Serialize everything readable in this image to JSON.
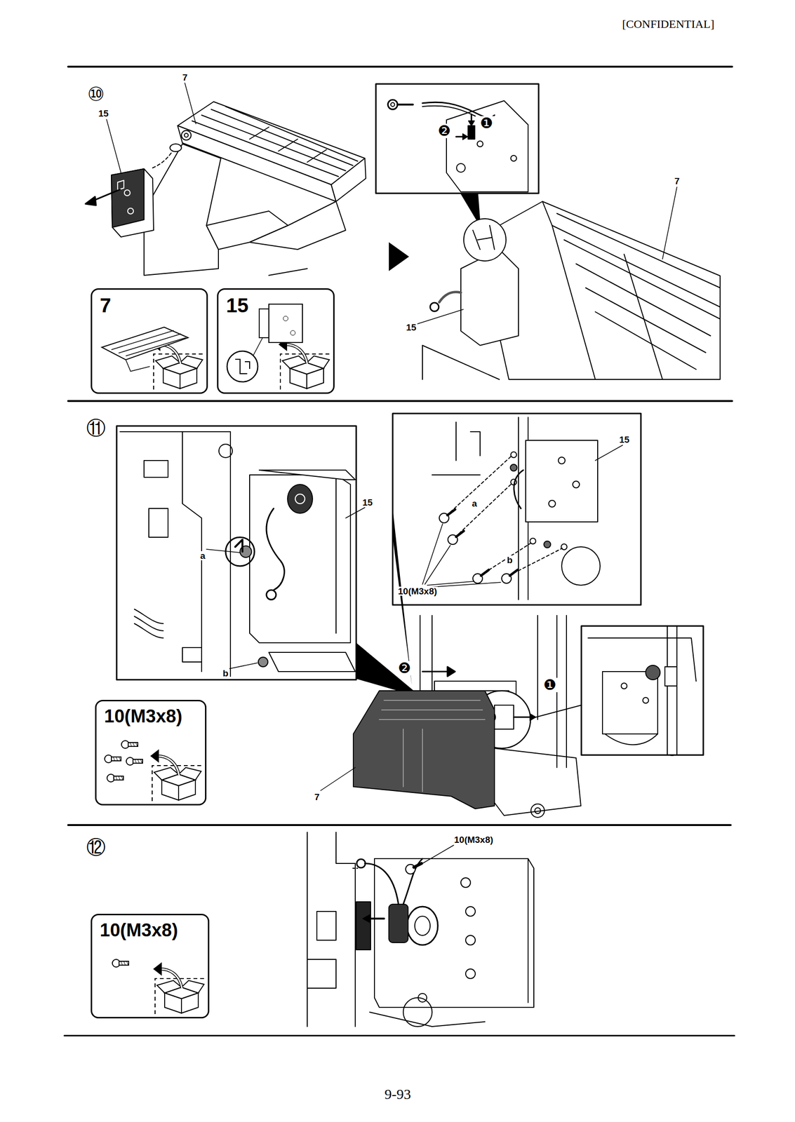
{
  "diagram": {
    "nodes": [
      {
        "text": [
          "7"
        ]
      },
      {
        "text": [
          "15"
        ]
      },
      {
        "text": [
          "10(M3x8)"
        ]
      },
      {
        "text": [
          "10(M3x8)"
        ]
      }
    ],
    "labels": [
      "[CONFIDENTIAL]",
      "⑩",
      "7",
      "15",
      "❷",
      "❶",
      "7",
      "15",
      "⑪",
      "15",
      "a",
      "b",
      "15",
      "a",
      "b",
      "10(M3x8)",
      "❷",
      "❶",
      "7",
      "⑫",
      "10(M3x8)",
      "9-93"
    ]
  }
}
